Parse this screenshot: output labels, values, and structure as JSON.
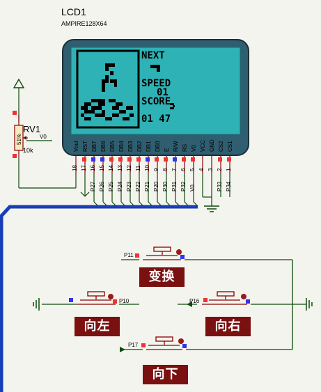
{
  "lcd": {
    "name": "LCD1",
    "model": "AMPIRE128X64",
    "screen": {
      "next_label": "NEXT",
      "speed_label": "SPEED",
      "speed_value": "01",
      "score_label": "SCORE",
      "score_value": "01 47"
    },
    "top_pins": [
      "Vout",
      "RST",
      "DB7",
      "DB6",
      "DB5",
      "DB4",
      "DB3",
      "DB2",
      "DB1",
      "DB0",
      "E",
      "R/W",
      "RS",
      "V0",
      "VCC",
      "GND",
      "CS2",
      "CS1"
    ],
    "pin_numbers": [
      "18",
      "17",
      "16",
      "15",
      "14",
      "13",
      "12",
      "11",
      "10",
      "9",
      "8",
      "7",
      "6",
      "5",
      "4",
      "3",
      "2",
      "1"
    ],
    "port_labels": [
      "P27",
      "P26",
      "P25",
      "P24",
      "P23",
      "P22",
      "P21",
      "P20",
      "P30",
      "P31",
      "P32",
      "V0",
      "",
      "",
      "P33",
      "P34"
    ]
  },
  "pot": {
    "name": "RV1",
    "value": "10k",
    "percent": "51%",
    "net": "V0"
  },
  "buttons": {
    "rotate": {
      "pin": "P11",
      "label": "变换"
    },
    "left": {
      "pin": "P10",
      "label": "向左"
    },
    "right": {
      "pin": "P16",
      "label": "向右"
    },
    "down": {
      "pin": "P17",
      "label": "向下"
    }
  }
}
